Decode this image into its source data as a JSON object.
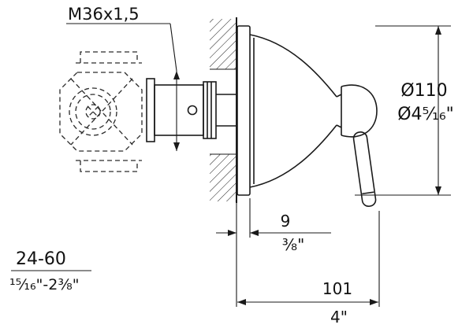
{
  "drawing": {
    "title": "valve-trim-installation-dimension-drawing",
    "labels": {
      "thread": "M36x1,5",
      "diameter_metric": "Ø110",
      "diameter_imperial": "Ø4⁵⁄₁₆\"",
      "depth_metric": "9",
      "depth_imperial": "³⁄₈\"",
      "length_metric": "101",
      "length_imperial": "4\"",
      "range_metric": "24-60",
      "range_imperial": "¹⁵⁄₁₆\"-2³⁄₈\""
    },
    "colors": {
      "line": "#1a1a1a",
      "background": "#ffffff"
    }
  }
}
